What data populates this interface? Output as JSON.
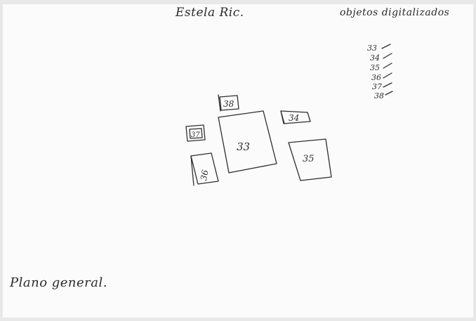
{
  "header": {
    "name": "Estela Ric.",
    "subject": "objetos digitalizados"
  },
  "legend_numbers": [
    "33",
    "34",
    "35",
    "36",
    "37",
    "38"
  ],
  "objects": [
    {
      "id": "obj-33",
      "label": "33"
    },
    {
      "id": "obj-34",
      "label": "34"
    },
    {
      "id": "obj-35",
      "label": "35"
    },
    {
      "id": "obj-36",
      "label": "36"
    },
    {
      "id": "obj-37",
      "label": "37"
    },
    {
      "id": "obj-38",
      "label": "38"
    }
  ],
  "footer": {
    "note": "Plano general."
  }
}
